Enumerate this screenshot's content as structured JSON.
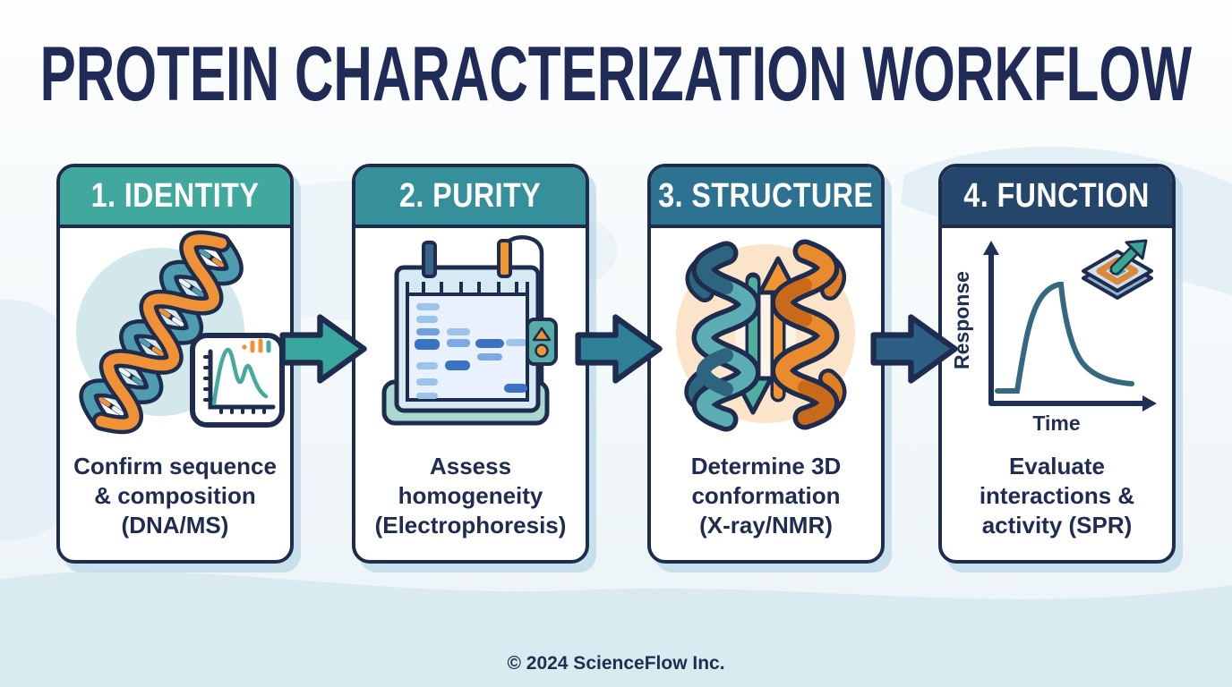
{
  "page": {
    "title": "PROTEIN CHARACTERIZATION WORKFLOW",
    "footer": "© 2024 ScienceFlow Inc."
  },
  "colors": {
    "outline_navy": "#1e2c4e",
    "title_navy": "#212b57",
    "caption_navy": "#1f2c52",
    "teal_accent": "#3aa79f",
    "orange_accent": "#ef9136",
    "background_wave": "#d9eaf1"
  },
  "steps": [
    {
      "header": "1. IDENTITY",
      "header_color": "#41a89e",
      "caption": [
        "Confirm sequence",
        "& composition",
        "(DNA/MS)"
      ],
      "icon": "dna-chromatogram-icon"
    },
    {
      "header": "2. PURITY",
      "header_color": "#35909c",
      "caption": [
        "Assess",
        "homogeneity",
        "(Electrophoresis)"
      ],
      "icon": "gel-electrophoresis-icon"
    },
    {
      "header": "3. STRUCTURE",
      "header_color": "#2d7290",
      "caption": [
        "Determine 3D",
        "conformation",
        "(X-ray/NMR)"
      ],
      "icon": "protein-structure-icon"
    },
    {
      "header": "4. FUNCTION",
      "header_color": "#24466b",
      "caption": [
        "Evaluate",
        "interactions &",
        "activity (SPR)"
      ],
      "icon": "spr-sensorgram-icon"
    }
  ],
  "arrows": [
    {
      "color": "#3aa79f"
    },
    {
      "color": "#2f7f99"
    },
    {
      "color": "#2d5f84"
    }
  ],
  "spr_chart": {
    "type": "line",
    "xlabel": "Time",
    "ylabel": "Response"
  }
}
